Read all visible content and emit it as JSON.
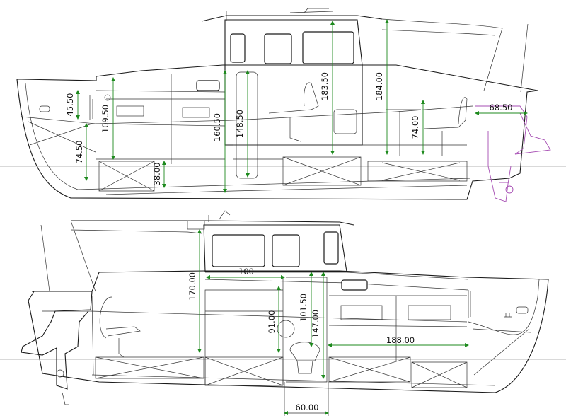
{
  "colors": {
    "outline": "#1a1a1a",
    "dimension": "#1e8a1e",
    "motor_upper_view": "#a64db3",
    "waterline": "#9a9a9a",
    "background": "#ffffff"
  },
  "upper_view": {
    "dimensions": {
      "d_45_50": "45.50",
      "d_74_50": "74.50",
      "d_109_50": "109.50",
      "d_38_00": "38.00",
      "d_160_50": "160.50",
      "d_148_50": "148.50",
      "d_183_50": "183.50",
      "d_184_00": "184.00",
      "d_74_00": "74.00",
      "d_68_50": "68.50"
    }
  },
  "lower_view": {
    "dimensions": {
      "d_100": "100",
      "d_170_00": "170.00",
      "d_91_00": "91.00",
      "d_101_50": "101.50",
      "d_147_00": "147.00",
      "d_188_00": "188.00",
      "d_60_00": "60.00"
    }
  }
}
